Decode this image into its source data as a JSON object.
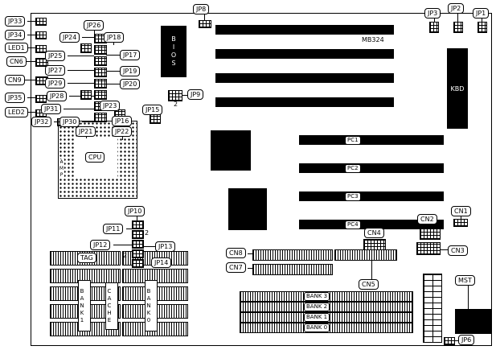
{
  "diagram": {
    "model": "MB324",
    "labels": {
      "jp1": "JP1",
      "jp2": "JP2",
      "jp3": "JP3",
      "jp6": "JP6",
      "jp8": "JP8",
      "jp9": "JP9",
      "jp10": "JP10",
      "jp11": "JP11",
      "jp12": "JP12",
      "jp13": "JP13",
      "jp14": "JP14",
      "jp15": "JP15",
      "jp16": "JP16",
      "jp17": "JP17",
      "jp18": "JP18",
      "jp19": "JP19",
      "jp20": "JP20",
      "jp21": "JP21",
      "jp22": "JP22",
      "jp23": "JP23",
      "jp24": "JP24",
      "jp25": "JP25",
      "jp26": "JP26",
      "jp27": "JP27",
      "jp28": "JP28",
      "jp29": "JP29",
      "jp30": "JP30",
      "jp31": "JP31",
      "jp32": "JP32",
      "jp33": "JP33",
      "jp34": "JP34",
      "jp35": "JP35",
      "cn1": "CN1",
      "cn2": "CN2",
      "cn3": "CN3",
      "cn4": "CN4",
      "cn5": "CN5",
      "cn6": "CN6",
      "cn7": "CN7",
      "cn8": "CN8",
      "cn9": "CN9",
      "led1": "LED1",
      "led2": "LED2",
      "mst": "MST",
      "tag": "TAG"
    },
    "chips": {
      "bios": "BIOS",
      "kbd": "KBD",
      "cpu": "CPU",
      "amp": "AMP"
    },
    "slots": {
      "pc1": "PC1",
      "pc2": "PC2",
      "pc3": "PC3",
      "pc4": "PC4"
    },
    "simm": {
      "bank3": "BANK 3",
      "bank2": "BANK 2",
      "bank1": "BANK 1",
      "bank0": "BANK 0"
    },
    "cache": {
      "bank1": "BANK1",
      "cache": "CACHE",
      "bank0": "BANK0"
    },
    "marker_pin2": "2"
  }
}
